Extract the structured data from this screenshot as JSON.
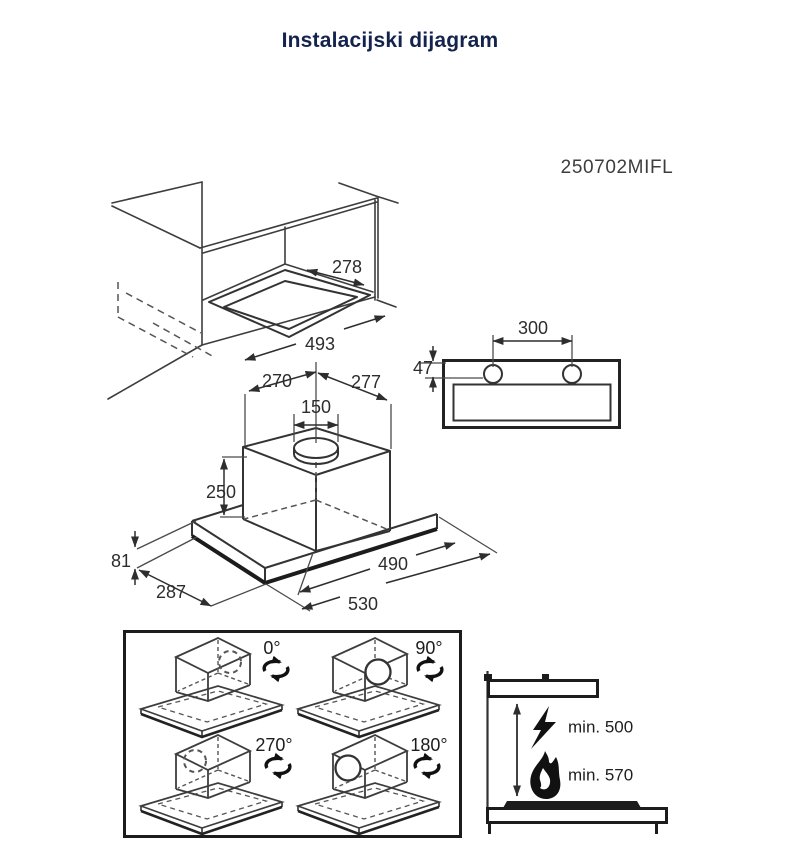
{
  "header": {
    "title": "Instalacijski dijagram",
    "model": "250702MIFL"
  },
  "colors": {
    "title_text": "#14234d",
    "line_thin": "#3d3d3d",
    "line_heavy": "#1c1c1c",
    "dimension": "#2e2e2e"
  },
  "cabinet_view": {
    "cutout_depth_mm": "278",
    "cutout_width_mm": "493"
  },
  "front_view": {
    "bracket_spacing_mm": "300",
    "bracket_offset_mm": "47"
  },
  "hood_view": {
    "center_to_left_mm": "270",
    "center_to_right_mm": "277",
    "duct_diameter_mm": "150",
    "body_height_mm": "250",
    "panel_height_mm": "81",
    "panel_depth_mm": "287",
    "body_width_mm": "490",
    "panel_width_mm": "530"
  },
  "rotation_panel": {
    "angles": [
      "0°",
      "90°",
      "270°",
      "180°"
    ]
  },
  "clearance_view": {
    "electric_min": "min. 500",
    "gas_min": "min. 570"
  },
  "icons": {
    "rotation": "rotate-arrows-icon",
    "electric": "lightning-bolt-icon",
    "gas": "flame-icon"
  }
}
